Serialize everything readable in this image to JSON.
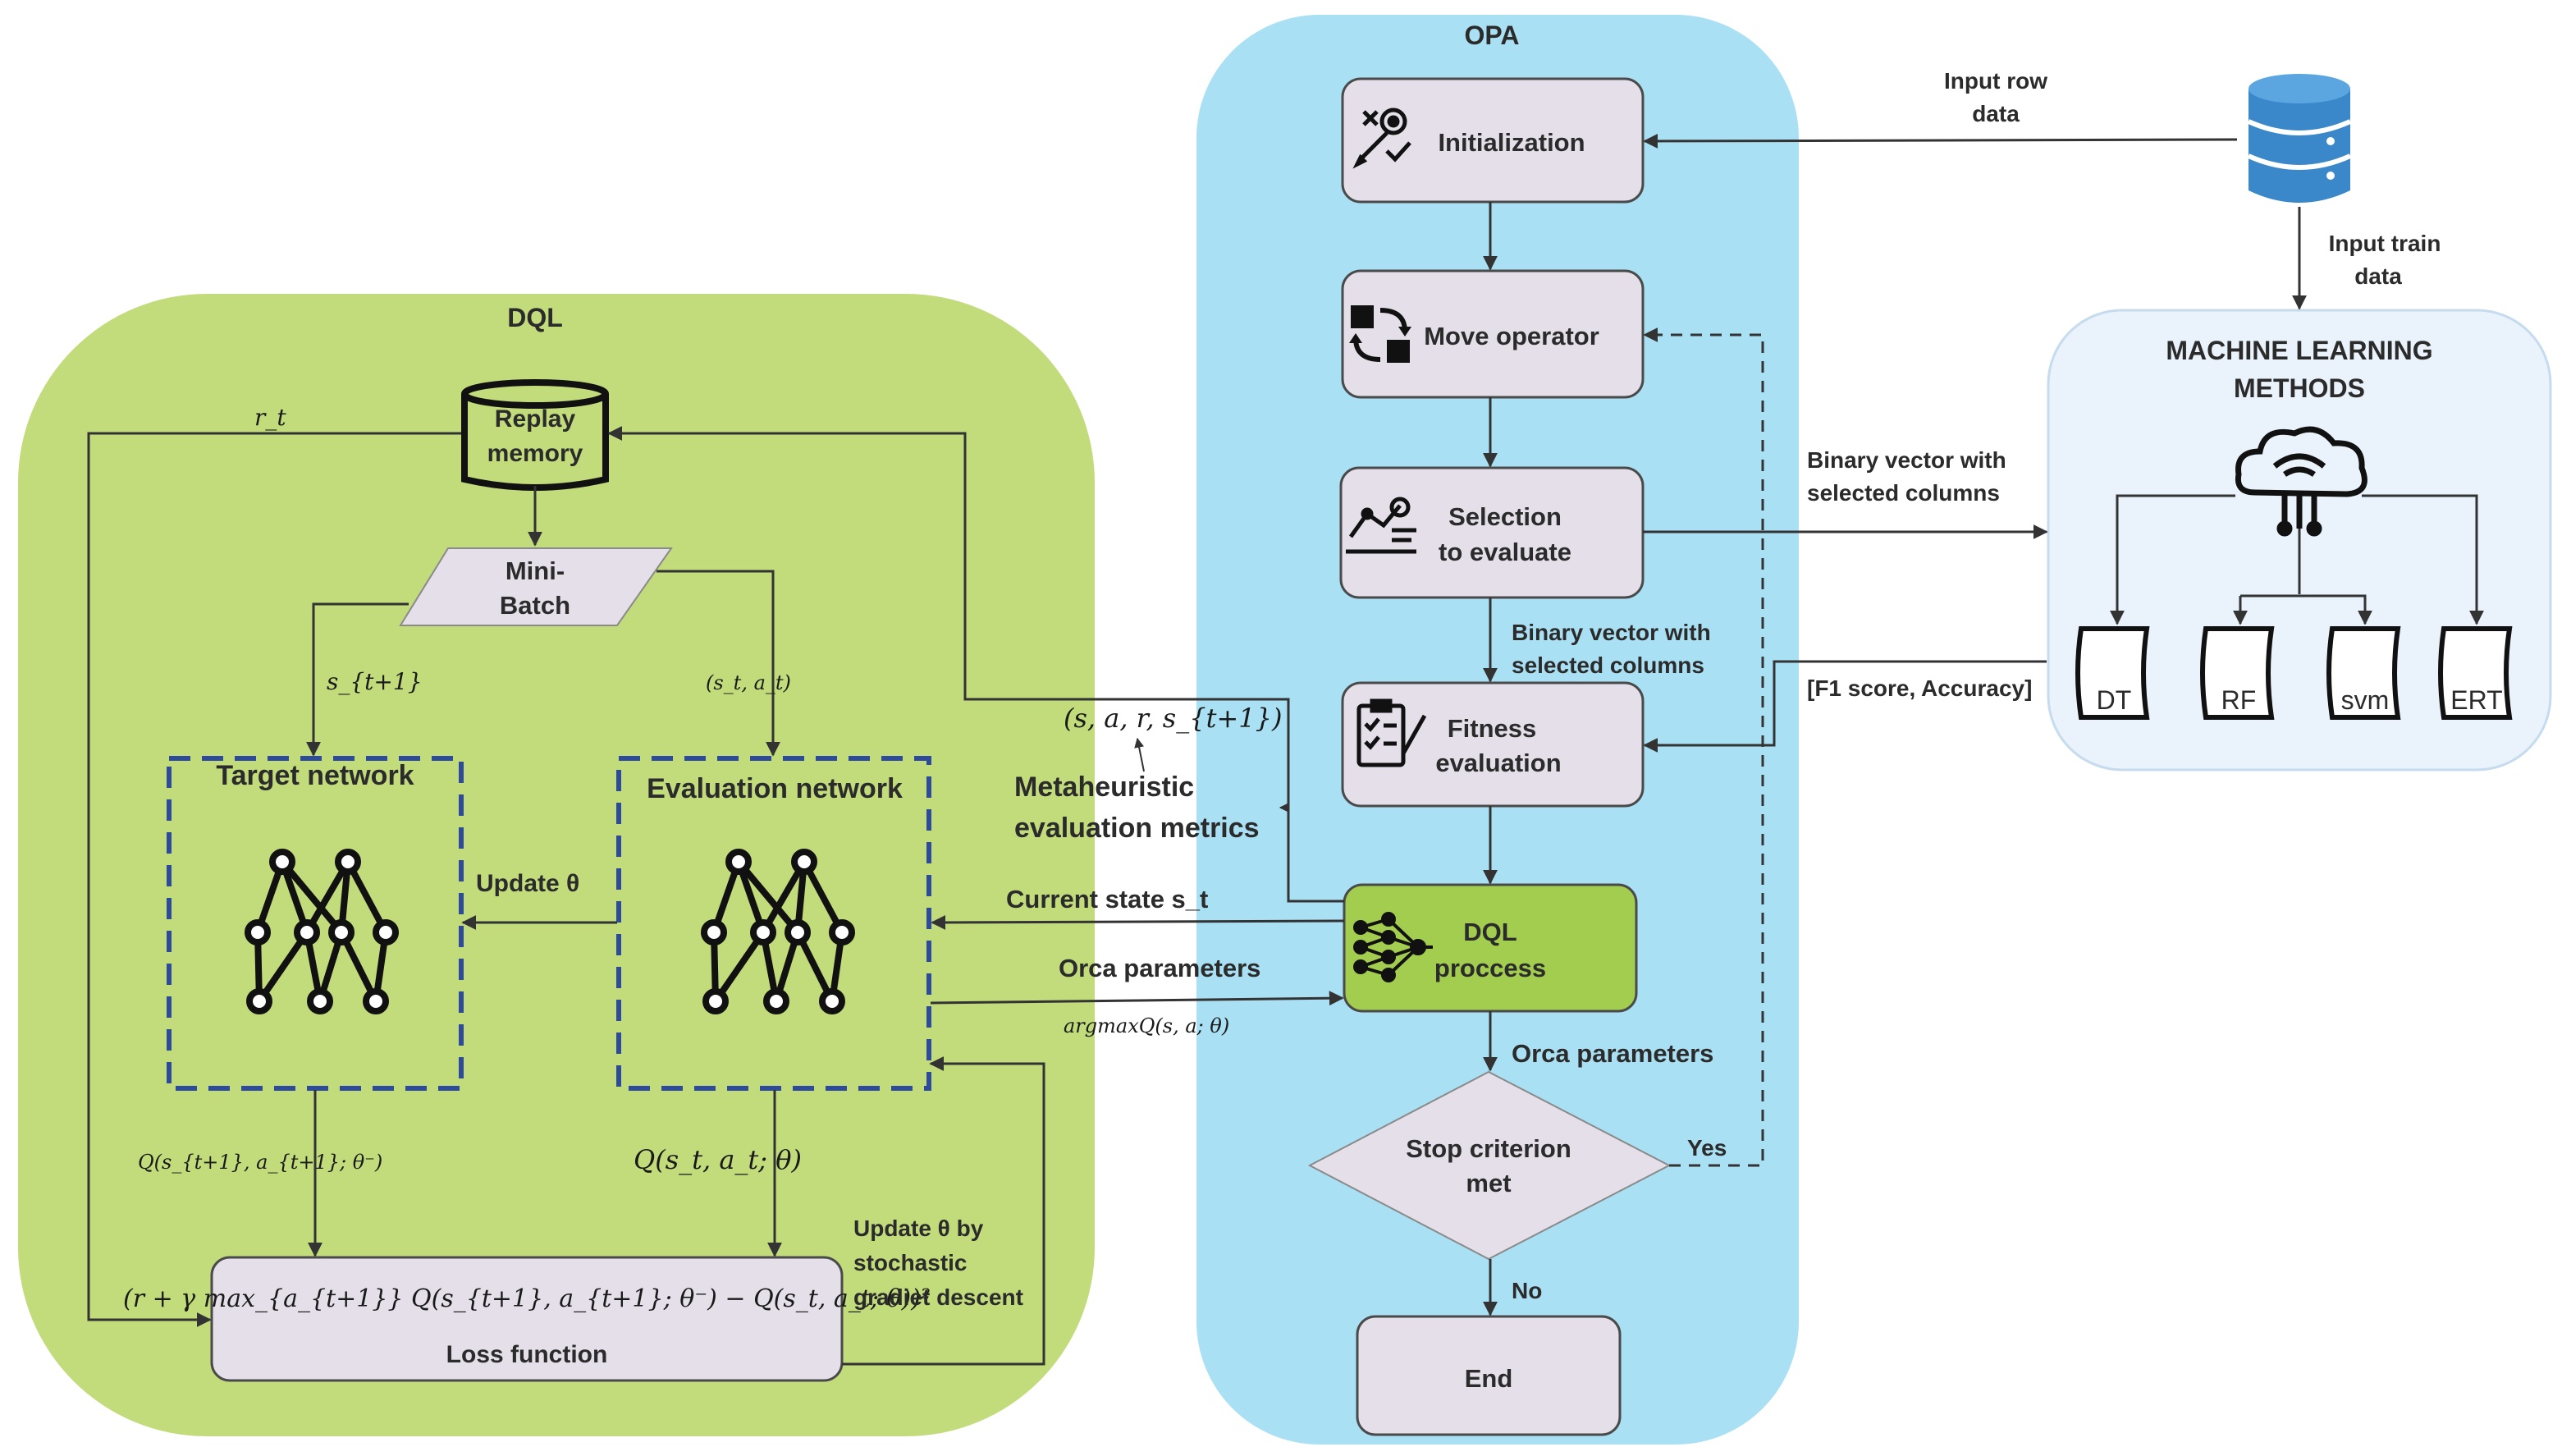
{
  "dql": {
    "title": "DQL",
    "replay_memory": [
      "Replay",
      "memory"
    ],
    "mini_batch": [
      "Mini-",
      "Batch"
    ],
    "target_network": "Target network",
    "evaluation_network": "Evaluation network",
    "update_theta": "Update θ",
    "r_t": "r_t",
    "s_next": "s_{t+1}",
    "s_a": "(s_t, a_t)",
    "q_target": "Q(s_{t+1}, a_{t+1}; θ⁻)",
    "q_eval": "Q(s_t, a_t; θ)",
    "loss_formula": "(r + γ max_{a_{t+1}} Q(s_{t+1}, a_{t+1}; θ⁻) − Q(s_t, a_t; θ))²",
    "loss_label": "Loss function",
    "sgd": [
      "Update θ by",
      "stochastic",
      "gradiet descent"
    ]
  },
  "middle": {
    "transition": "(s, a, r, s_{t+1})",
    "metaheuristic": [
      "Metaheuristic",
      "evaluation metrics"
    ],
    "current_state": "Current state s_t",
    "orca_params": "Orca parameters",
    "argmax": "argmaxQ(s, a; θ)"
  },
  "opa": {
    "title": "OPA",
    "initialization": "Initialization",
    "move_operator": "Move operator",
    "selection": [
      "Selection",
      "to evaluate"
    ],
    "binary_vector": [
      "Binary vector with",
      "selected columns"
    ],
    "fitness": [
      "Fitness",
      "evaluation"
    ],
    "dql_process": [
      "DQL",
      "proccess"
    ],
    "orca_params": "Orca parameters",
    "stop": [
      "Stop criterion",
      "met"
    ],
    "yes": "Yes",
    "no": "No",
    "end": "End"
  },
  "right": {
    "input_row": [
      "Input row",
      "data"
    ],
    "input_train": [
      "Input train",
      "data"
    ],
    "binary_vector": [
      "Binary vector with",
      "selected columns"
    ],
    "f1": "[F1 score, Accuracy]",
    "ml_title": [
      "MACHINE LEARNING",
      "METHODS"
    ],
    "models": [
      "DT",
      "RF",
      "svm",
      "ERT"
    ]
  },
  "colors": {
    "dql_bg": "#c2dc7c",
    "opa_bg": "#a9e0f4",
    "ml_bg": "#eaf3fb",
    "box": "#e4dfe8",
    "dql_node": "#a3cd4e",
    "network_border": "#2e4a9c",
    "database": "#3a88c9"
  },
  "icons": [
    "settings-tools-icon",
    "move-arrows-icon",
    "selection-icon",
    "checklist-icon",
    "neural-flow-icon",
    "database-icon",
    "brain-circuit-icon",
    "neural-network-icon"
  ]
}
